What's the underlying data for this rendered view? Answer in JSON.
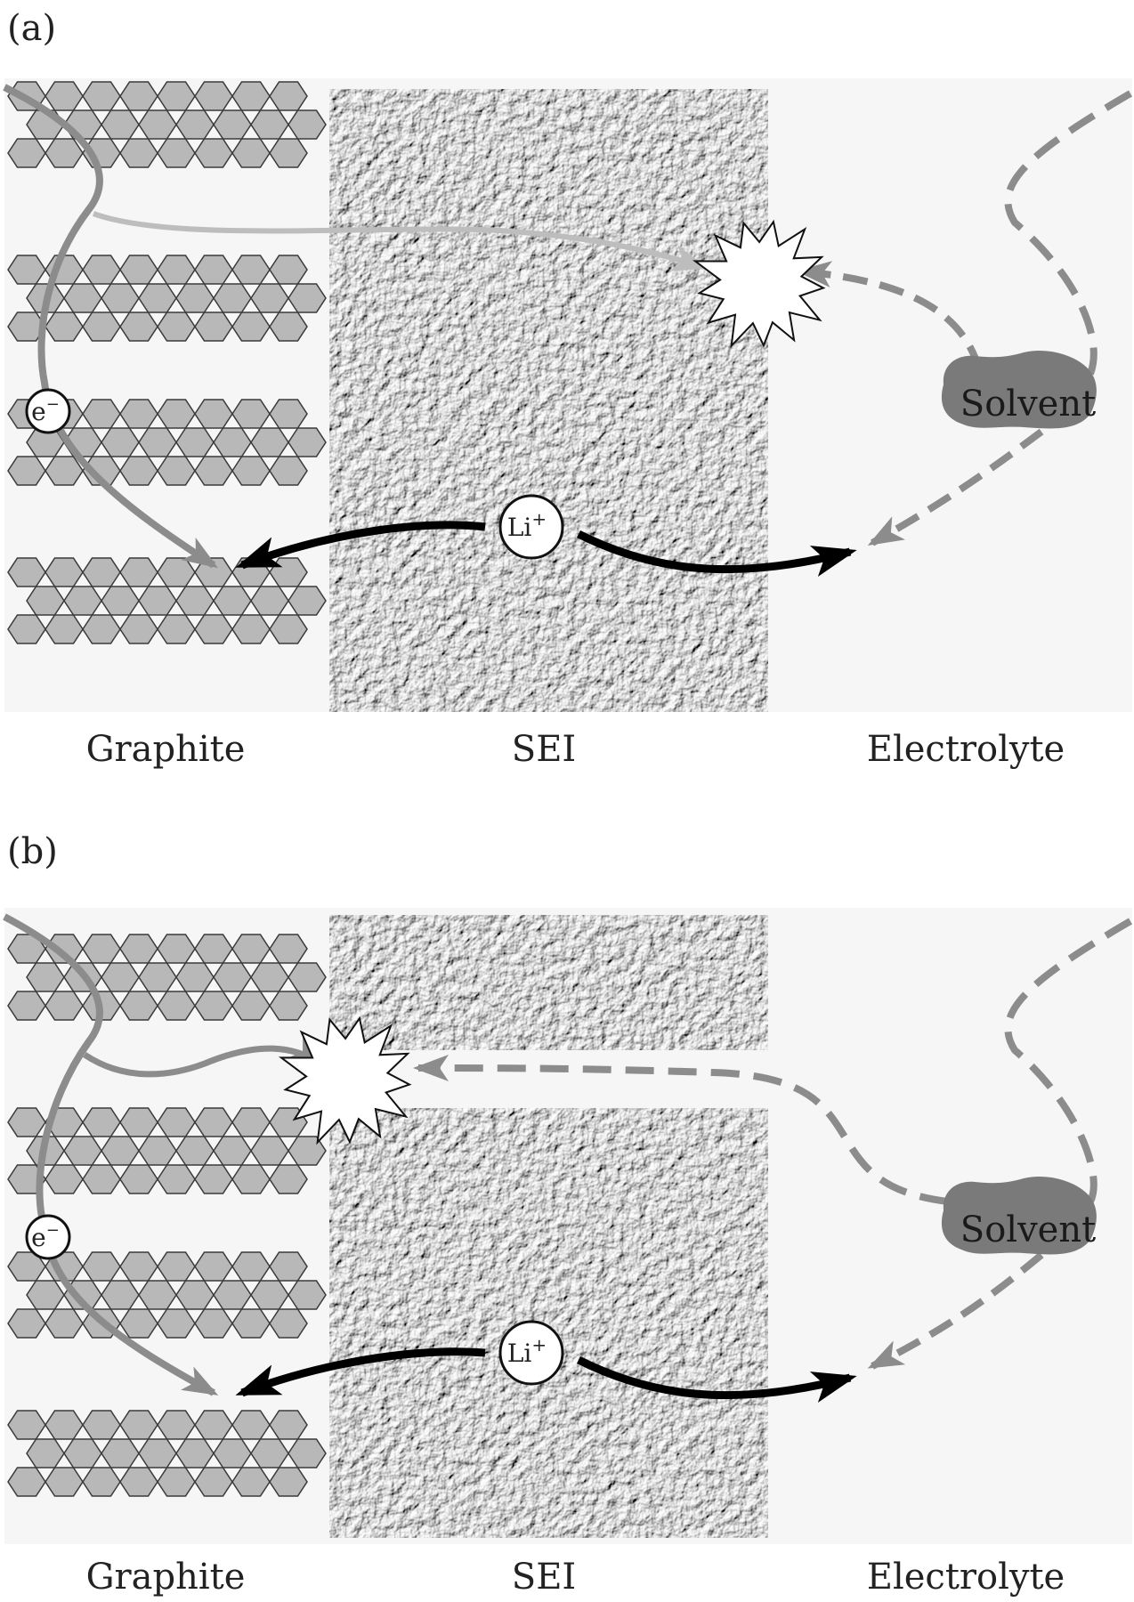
{
  "panels": [
    {
      "label": "(a)",
      "regions": {
        "graphite": "Graphite",
        "sei": "SEI",
        "electrolyte": "Electrolyte"
      },
      "electron": "e",
      "electron_sup": "−",
      "lithium": "Li",
      "lithium_sup": "+",
      "solvent": "Solvent"
    },
    {
      "label": "(b)",
      "regions": {
        "graphite": "Graphite",
        "sei": "SEI",
        "electrolyte": "Electrolyte"
      },
      "electron": "e",
      "electron_sup": "−",
      "lithium": "Li",
      "lithium_sup": "+",
      "solvent": "Solvent"
    }
  ],
  "colors": {
    "background": "#f6f6f6",
    "hexagon_fill": "#b8b8b8",
    "hexagon_stroke": "#3a3a3a",
    "sei_texture": "#8a8a8a",
    "gray_arrow": "#8c8c8c",
    "light_arrow": "#bdbdbd",
    "black_arrow": "#000000",
    "solvent_blob": "#7a7a7a"
  }
}
